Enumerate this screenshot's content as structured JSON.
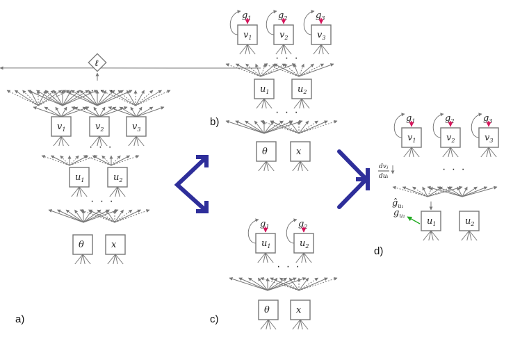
{
  "panels": {
    "a": {
      "label": "a)"
    },
    "b": {
      "label": "b)"
    },
    "c": {
      "label": "c)"
    },
    "d": {
      "label": "d)"
    }
  },
  "symbols": {
    "loss": "ℓ",
    "theta": "θ",
    "x": "x",
    "u": "u",
    "v": "v",
    "g": "g",
    "ghat": "ĝ",
    "ellipsis": "· · ·",
    "sub1": "1",
    "sub2": "2",
    "sub3": "3",
    "dv_num": "dvⱼ",
    "dv_den": "duᵢ",
    "ghat_sub": "u₁",
    "g_u1_sub": "u₁"
  },
  "colors": {
    "node_stroke": "#777777",
    "edge": "#777777",
    "big_arrow": "#2e2e9a",
    "grad_red": "#d4145a",
    "grad_green": "#22aa22"
  }
}
